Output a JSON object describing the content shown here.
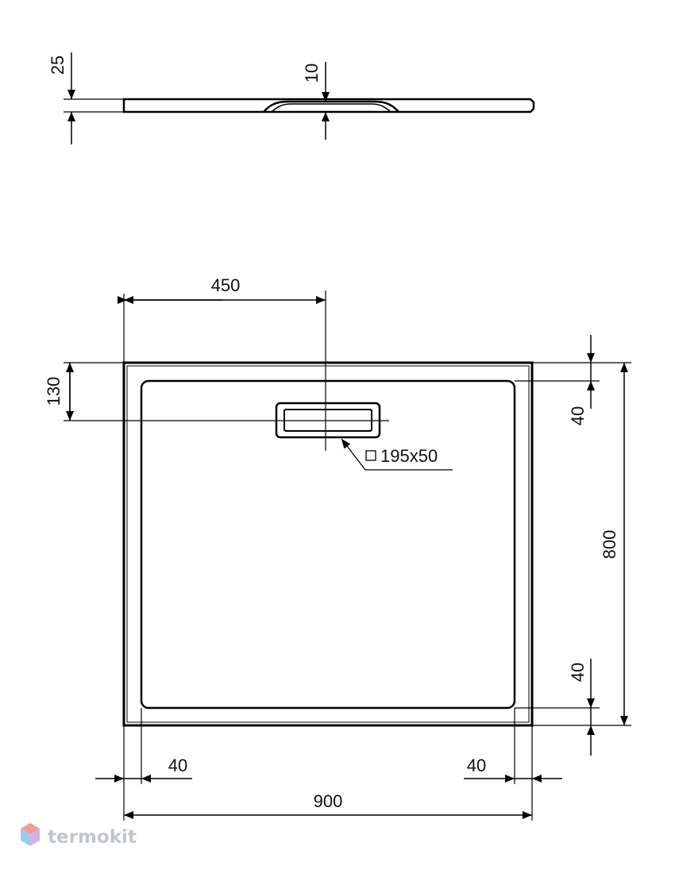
{
  "side_view": {
    "thickness_label": "25",
    "drain_depth_label": "10"
  },
  "plan_view": {
    "drain_offset_label": "450",
    "drain_from_top_label": "130",
    "drain_size_label": "195x50",
    "overall_width_label": "900",
    "overall_depth_label": "800",
    "rim_left_label": "40",
    "rim_right_label": "40",
    "rim_top_label": "40",
    "rim_bottom_label": "40"
  },
  "watermark": {
    "text": "termokit",
    "colors": [
      "#f08a8a",
      "#86c4ec",
      "#c9a7e2"
    ]
  }
}
